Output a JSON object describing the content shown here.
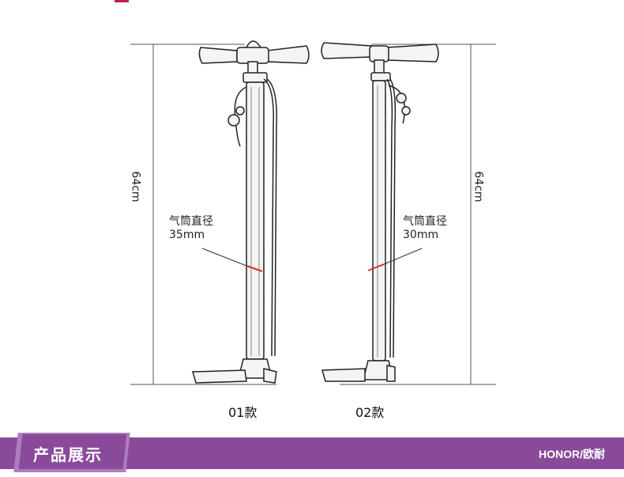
{
  "height_left": "64cm",
  "height_right": "64cm",
  "pump1": {
    "label_line1": "气筒直径",
    "label_line2": "35mm",
    "caption": "01款"
  },
  "pump2": {
    "label_line1": "气筒直径",
    "label_line2": "30mm",
    "caption": "02款"
  },
  "banner": {
    "title": "产品展示",
    "brand": "HONOR/欧耐"
  },
  "colors": {
    "banner": "#8a4a9a",
    "accent": "#d32f2f"
  }
}
